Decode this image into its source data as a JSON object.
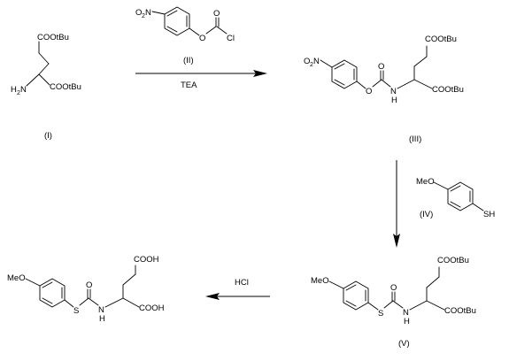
{
  "labels": {
    "I": "(I)",
    "II": "(II)",
    "III": "(III)",
    "IV": "(IV)",
    "V": "(V)"
  },
  "reagents": {
    "step1": "TEA",
    "step4": "HCl"
  },
  "atoms": {
    "O": "O",
    "N": "N",
    "S": "S",
    "H": "H",
    "Cl": "Cl",
    "SH": "SH",
    "NH": "N",
    "H2": "H",
    "two": "2",
    "nitro_O": "O",
    "nitro_N": "N",
    "MeO": "MeO",
    "COOtBu": "COOtBu",
    "COOH": "COOH"
  }
}
